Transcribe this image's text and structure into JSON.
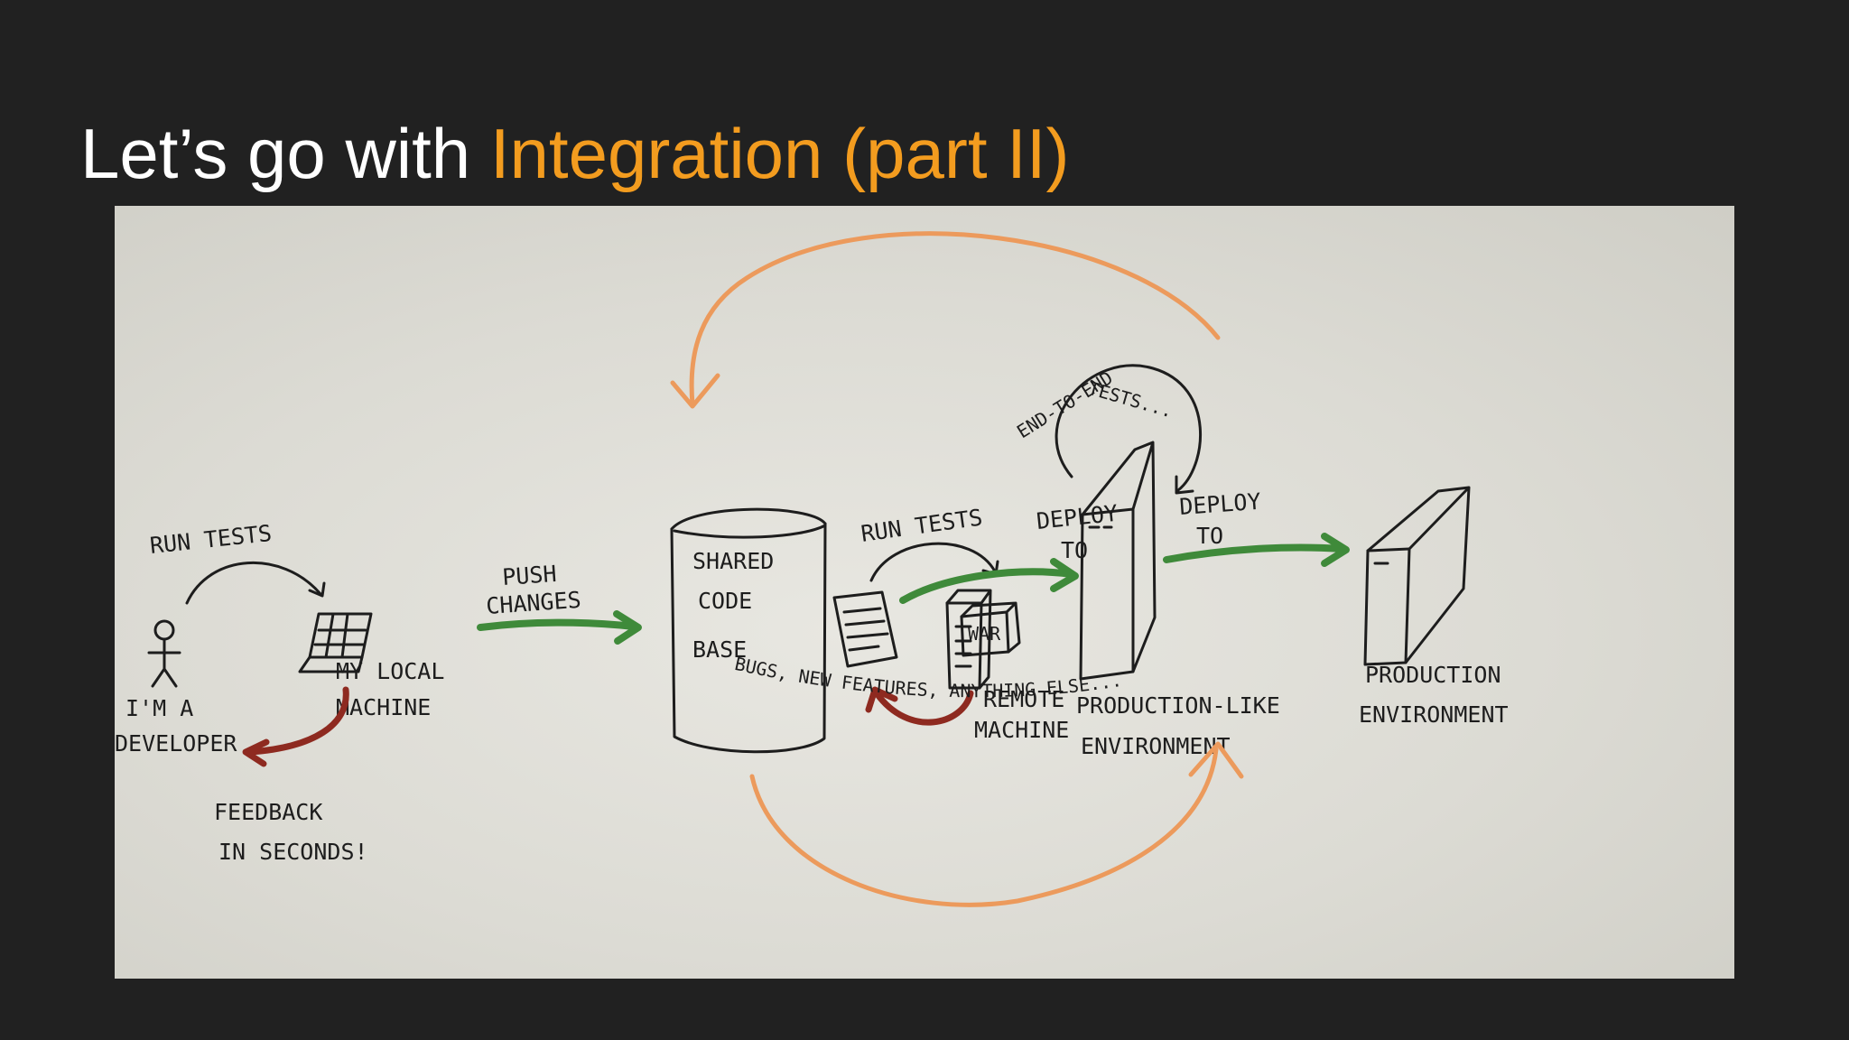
{
  "slide": {
    "title_plain": "Let’s go with ",
    "title_accent": "Integration (part II)",
    "accent_color": "#f39c1f",
    "background_color": "#212121"
  },
  "diagram": {
    "developer": {
      "line1": "I'M A",
      "line2": "DEVELOPER"
    },
    "local_machine": {
      "line1": "MY LOCAL",
      "line2": "MACHINE"
    },
    "run_tests_local": "RUN TESTS",
    "feedback": {
      "line1": "FEEDBACK",
      "line2": "IN SECONDS!"
    },
    "push_changes": {
      "line1": "PUSH",
      "line2": "CHANGES"
    },
    "shared_code_base": {
      "line1": "SHARED",
      "line2": "CODE",
      "line3": "BASE"
    },
    "run_tests_remote": "RUN TESTS",
    "remote_machine": {
      "line1": "REMOTE",
      "line2": "MACHINE"
    },
    "deploy_to_1": {
      "line1": "DEPLOY",
      "line2": "TO"
    },
    "war_label": "WAR",
    "e2e_tests": {
      "line1": "END-TO-END",
      "line2": "TESTS..."
    },
    "prod_like": {
      "line1": "PRODUCTION-LIKE",
      "line2": "ENVIRONMENT"
    },
    "deploy_to_2": {
      "line1": "DEPLOY",
      "line2": "TO"
    },
    "production": {
      "line1": "PRODUCTION",
      "line2": "ENVIRONMENT"
    },
    "bugs_loop": "BUGS, NEW FEATURES, ANYTHING ELSE..."
  }
}
